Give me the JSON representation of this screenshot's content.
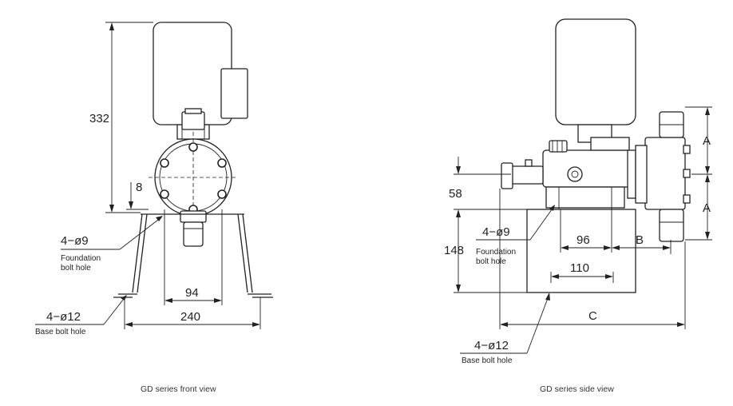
{
  "front_view": {
    "caption": "GD series front view",
    "dim_height": "332",
    "dim_offset": "8",
    "dim_bolt_spacing": "94",
    "dim_base_width": "240",
    "foundation_bolt": {
      "spec": "4−ø9",
      "line1": "Foundation",
      "line2": "bolt hole"
    },
    "base_bolt": {
      "spec": "4−ø12",
      "label": "Base bolt hole"
    }
  },
  "side_view": {
    "caption": "GD series side view",
    "dim_58": "58",
    "dim_148": "148",
    "dim_96": "96",
    "dim_110": "110",
    "dim_B": "B",
    "dim_C": "C",
    "dim_A_top": "A",
    "dim_A_bottom": "A",
    "foundation_bolt": {
      "spec": "4−ø9",
      "line1": "Foundation",
      "line2": "bolt hole"
    },
    "base_bolt": {
      "spec": "4−ø12",
      "label": "Base bolt hole"
    }
  }
}
